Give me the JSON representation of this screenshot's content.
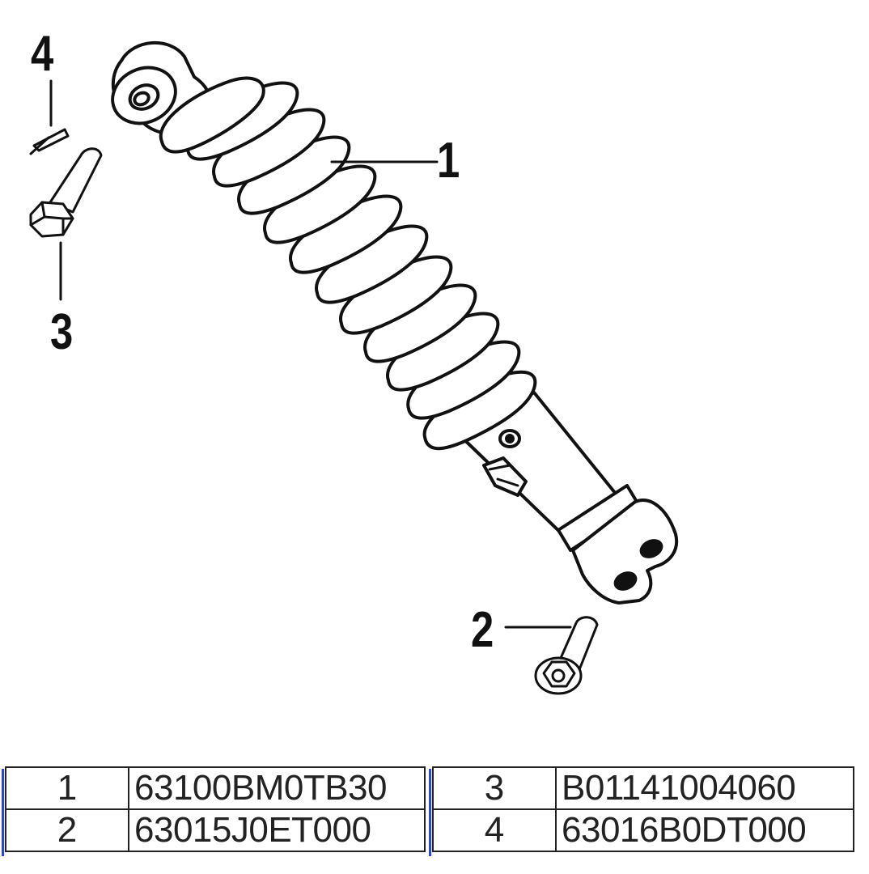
{
  "callouts": {
    "c1": "1",
    "c2": "2",
    "c3": "3",
    "c4": "4"
  },
  "parts": [
    {
      "num": "1",
      "code": "63100BM0TB30"
    },
    {
      "num": "2",
      "code": "63015J0ET000"
    },
    {
      "num": "3",
      "code": "B01141004060"
    },
    {
      "num": "4",
      "code": "63016B0DT000"
    }
  ],
  "colors": {
    "line": "#111111",
    "fill": "#ffffff",
    "table_accent": "#3344cc"
  }
}
